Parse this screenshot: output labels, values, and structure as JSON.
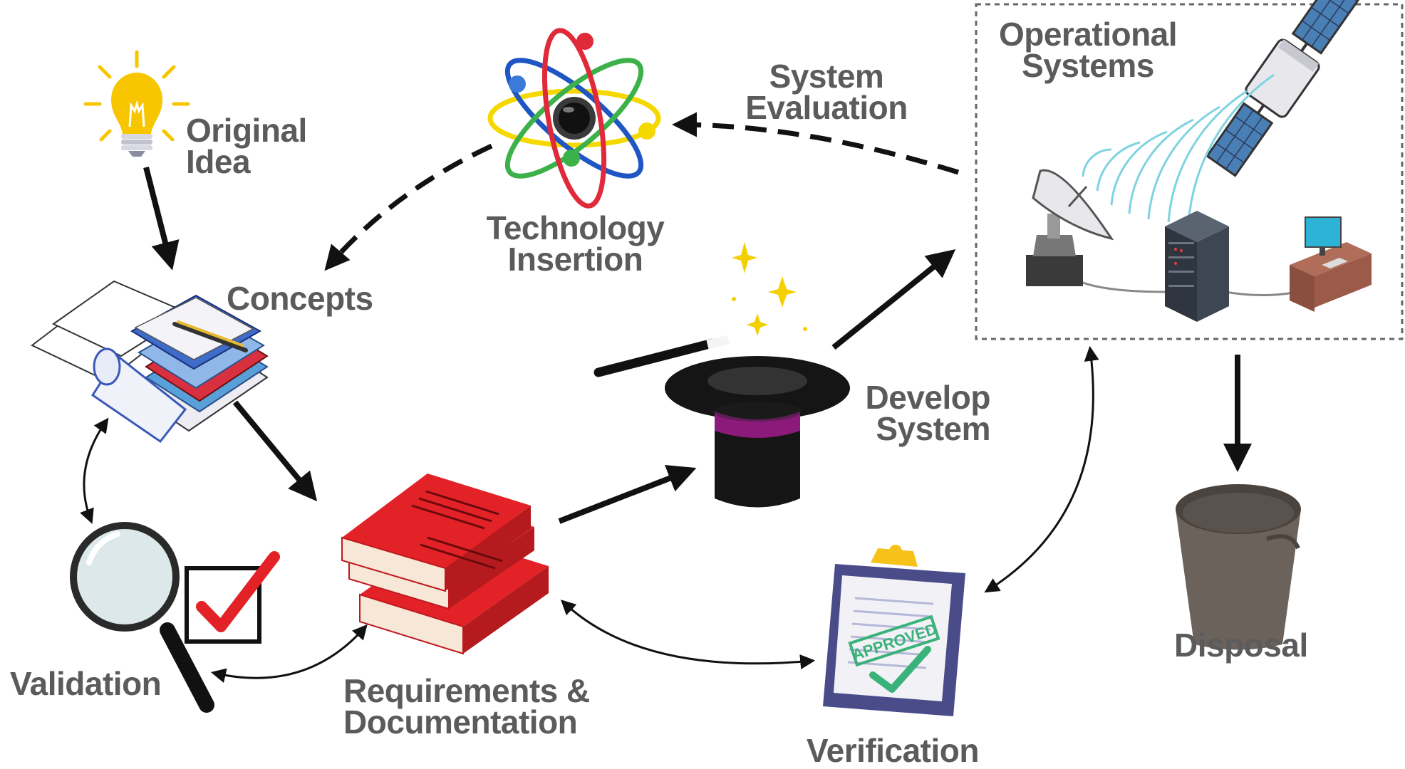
{
  "labels": {
    "original_idea": [
      "Original",
      "Idea"
    ],
    "concepts": "Concepts",
    "technology_insertion": [
      "Technology",
      "Insertion"
    ],
    "system_evaluation": [
      "System",
      "Evaluation"
    ],
    "operational_systems": [
      "Operational",
      "Systems"
    ],
    "develop_system": [
      "Develop",
      "System"
    ],
    "validation": "Validation",
    "requirements": [
      "Requirements &",
      "Documentation"
    ],
    "verification": "Verification",
    "disposal": "Disposal"
  },
  "stamp_text": "APPROVED",
  "colors": {
    "label_text": "#5b5b5e",
    "arrow": "#111111",
    "book_red": "#e32227",
    "bulb_yellow": "#f7c600",
    "signal_cyan": "#7fd3e0",
    "hat_band": "#8b1a7a",
    "stamp_green": "#3bb27a",
    "clipboard_frame": "#4a4c8a"
  },
  "icons": [
    "lightbulb-icon",
    "papers-books-icon",
    "atom-icon",
    "satellite-icon",
    "dish-antenna-icon",
    "server-rack-icon",
    "computer-desk-icon",
    "magic-hat-icon",
    "magic-wand-icon",
    "red-books-icon",
    "magnifier-icon",
    "checkbox-icon",
    "clipboard-approved-icon",
    "waste-bin-icon"
  ]
}
